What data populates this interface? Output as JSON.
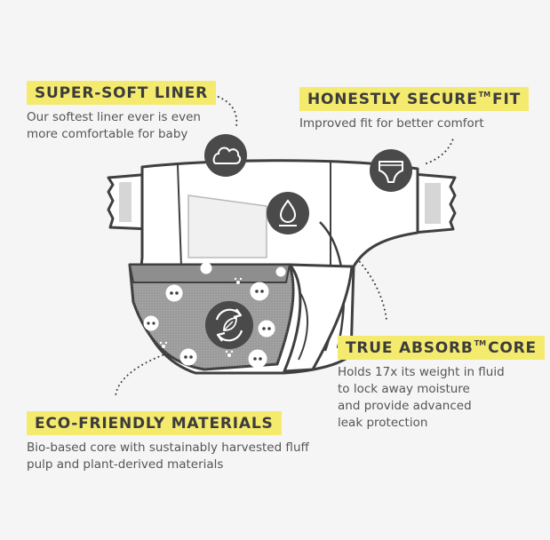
{
  "features": {
    "liner": {
      "title": "SUPER-SOFT LINER",
      "desc_lines": [
        "Our softest liner ever is even",
        "more comfortable for baby"
      ],
      "icon": "cloud-icon"
    },
    "fit": {
      "title_pre": "HONESTLY SECURE",
      "title_tm": "TM",
      "title_post": "FIT",
      "desc_lines": [
        "Improved fit for better comfort"
      ],
      "icon": "diaper-icon"
    },
    "absorb": {
      "title_pre": "TRUE ABSORB",
      "title_tm": "TM",
      "title_post": "CORE",
      "desc_lines": [
        "Holds 17x its weight in fluid",
        "to lock away moisture",
        "and provide advanced",
        "leak protection"
      ],
      "icon": "droplet-icon"
    },
    "eco": {
      "title": "ECO-FRIENDLY MATERIALS",
      "desc_lines": [
        "Bio-based core with sustainably harvested fluff",
        "pulp and plant-derived materials"
      ],
      "icon": "recycle-leaf-icon"
    }
  },
  "colors": {
    "background": "#f5f5f5",
    "badge": "#f4ea6e",
    "outline": "#3f3f3f",
    "icon_circle": "#4a4a4a",
    "print_gray": "#9a9a9a"
  }
}
